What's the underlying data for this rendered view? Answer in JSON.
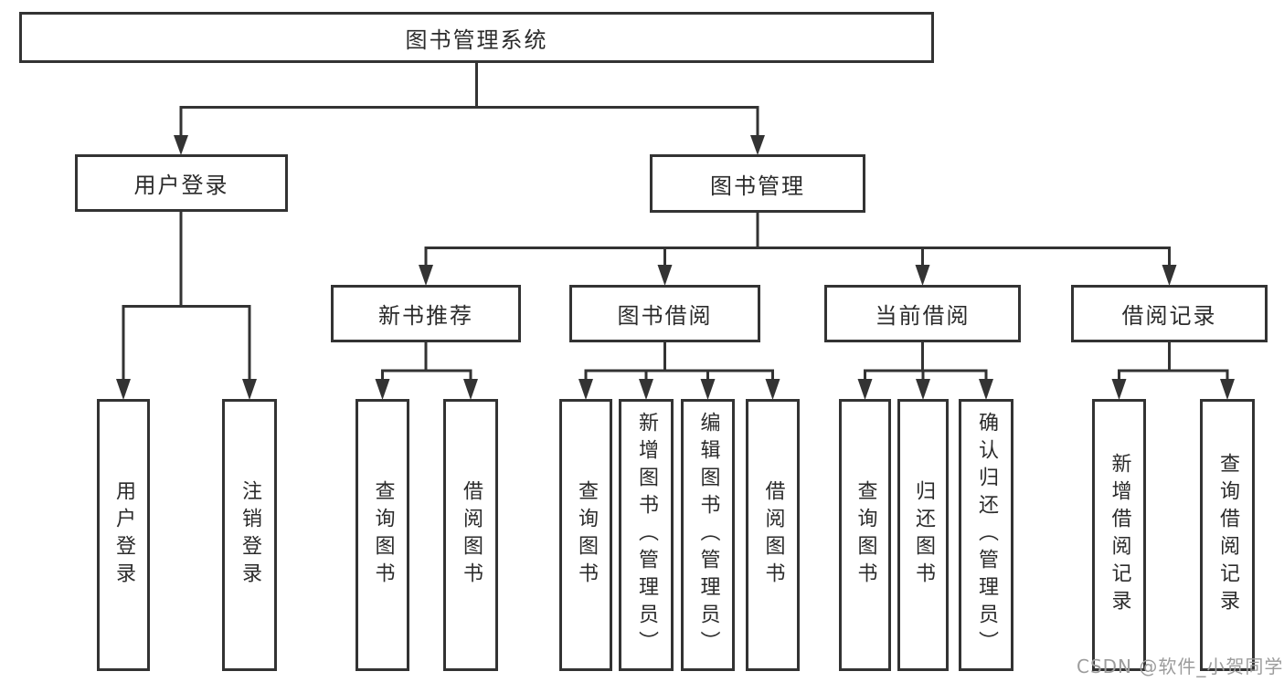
{
  "diagram": {
    "title": "图书管理系统",
    "user_branch": {
      "label": "用户登录",
      "children": [
        {
          "label": "用户登录"
        },
        {
          "label": "注销登录"
        }
      ]
    },
    "book_branch": {
      "label": "图书管理",
      "sections": [
        {
          "label": "新书推荐",
          "children": [
            {
              "label": "查询图书"
            },
            {
              "label": "借阅图书"
            }
          ]
        },
        {
          "label": "图书借阅",
          "children": [
            {
              "label": "查询图书"
            },
            {
              "label": "新增图书（管理员）"
            },
            {
              "label": "编辑图书（管理员）"
            },
            {
              "label": "借阅图书"
            }
          ]
        },
        {
          "label": "当前借阅",
          "children": [
            {
              "label": "查询图书"
            },
            {
              "label": "归还图书"
            },
            {
              "label": "确认归还（管理员）"
            }
          ]
        },
        {
          "label": "借阅记录",
          "children": [
            {
              "label": "新增借阅记录"
            },
            {
              "label": "查询借阅记录"
            }
          ]
        }
      ]
    }
  },
  "watermark": {
    "text": "CSDN @软件_小贺同学"
  },
  "colors": {
    "line": "#333333",
    "border": "#333333",
    "text": "#2b2b2b",
    "watermark": "#9c9c9c",
    "background": "#ffffff"
  }
}
